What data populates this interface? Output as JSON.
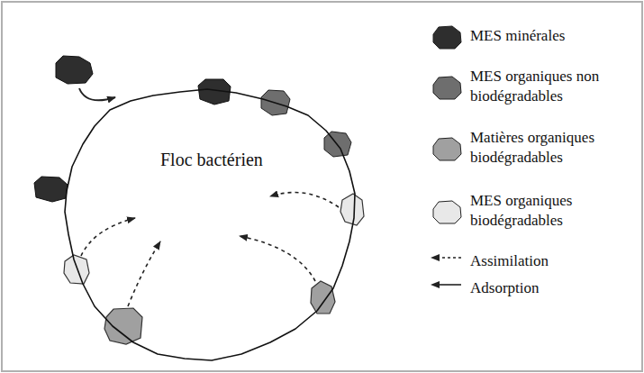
{
  "diagram": {
    "nodes": [
      {
        "text": [
          "Floc bactérien"
        ]
      }
    ],
    "legend": [
      {
        "text": "MES minérales",
        "color": "#2e2e2e"
      },
      {
        "text": "MES organiques non biodégradables",
        "color": "#6e6e6e"
      },
      {
        "text": "Matières organiques biodégradables",
        "color": "#a0a0a0"
      },
      {
        "text": "MES organiques biodégradables",
        "color": "#e8e8e8"
      },
      {
        "text": "Assimilation"
      },
      {
        "text": "Adsorption"
      }
    ]
  }
}
